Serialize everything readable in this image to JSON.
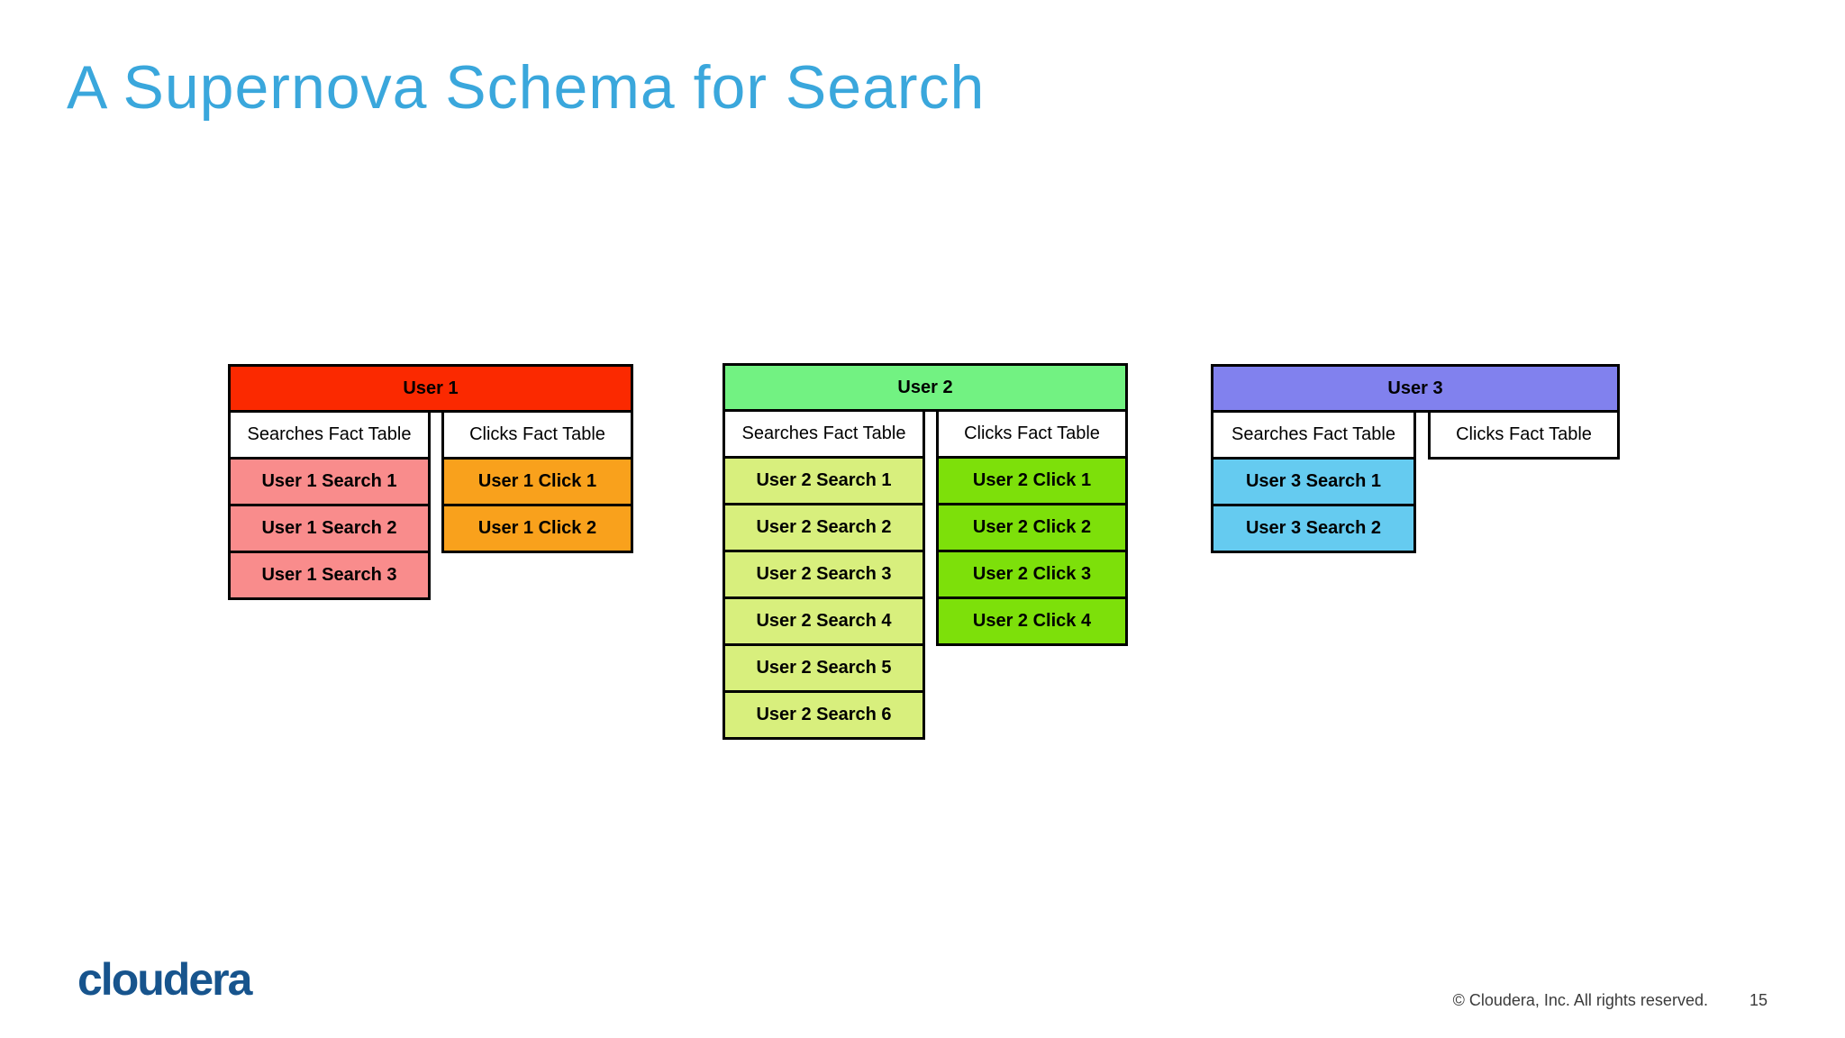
{
  "slide": {
    "title": "A Supernova Schema for Search",
    "title_color": "#3AA7DC",
    "background_color": "#FFFFFF"
  },
  "diagram": {
    "tables": [
      {
        "title": "User 1",
        "header_color": "#FB2900",
        "columns": [
          {
            "header": "Searches Fact Table",
            "cell_color": "#F98C8C",
            "rows": [
              "User 1 Search 1",
              "User 1 Search 2",
              "User 1 Search 3"
            ]
          },
          {
            "header": "Clicks Fact Table",
            "cell_color": "#F9A11C",
            "rows": [
              "User 1 Click 1",
              "User 1 Click 2"
            ]
          }
        ]
      },
      {
        "title": "User 2",
        "header_color": "#72F282",
        "columns": [
          {
            "header": "Searches Fact Table",
            "cell_color": "#D8EF7D",
            "rows": [
              "User 2 Search 1",
              "User 2 Search 2",
              "User 2 Search 3",
              "User 2 Search 4",
              "User 2 Search 5",
              "User 2 Search 6"
            ]
          },
          {
            "header": "Clicks Fact Table",
            "cell_color": "#7DE00A",
            "rows": [
              "User 2 Click 1",
              "User 2 Click 2",
              "User 2 Click 3",
              "User 2 Click 4"
            ]
          }
        ]
      },
      {
        "title": "User 3",
        "header_color": "#8181EE",
        "columns": [
          {
            "header": "Searches Fact Table",
            "cell_color": "#65CBF0",
            "rows": [
              "User 3 Search 1",
              "User 3 Search 2"
            ]
          },
          {
            "header": "Clicks Fact Table",
            "cell_color": "#65CBF0",
            "rows": []
          }
        ]
      }
    ]
  },
  "footer": {
    "logo_text": "cloudera",
    "logo_color": "#17548D",
    "copyright": "© Cloudera, Inc. All rights reserved.",
    "page_number": "15"
  }
}
